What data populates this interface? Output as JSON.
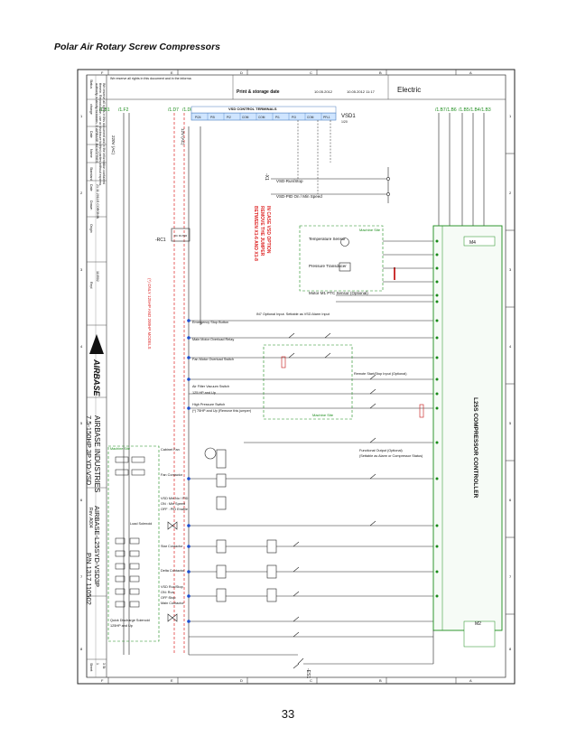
{
  "header": {
    "title": "Polar Air Rotary Screw Compressors"
  },
  "page": {
    "number": "33"
  },
  "title_block": {
    "notice": "We reserve all rights in this document and in the information contained therein. Reproduction, use or disclosure to third parties without express authority is strictly forbidden. © AIRBASE INDUSTRIES",
    "print_label": "Print & storage date",
    "date_1": "10.05.2012",
    "date_2": "10.05.2012  11:17",
    "discipline": "Electric",
    "company": "AIRBASE INDUSTRIES",
    "model": "7.5-150HP 3P YD-VSD",
    "drawing_id": "AIRBASE-L25SYD-VSD3P",
    "pn": "P/N 1317 110502",
    "rev": "Rev. A004",
    "logo": "AIRBASE",
    "date_label": "Date",
    "date_value": "21.11.2011",
    "by_label": "Drawn",
    "by_value": "E.CORONIN",
    "sheet_label": "Sheet",
    "sheet_value": "1",
    "of_value": "3 St",
    "number_value": "110502",
    "origin_label": "Origin",
    "status_label": "Status",
    "change_label": "change",
    "date_col": "Date",
    "name_col": "Name",
    "norm_col": "Standard",
    "ref_label": "Repl"
  },
  "grid": {
    "columns": [
      "F",
      "E",
      "D",
      "C",
      "B",
      "A"
    ],
    "rows": [
      "1",
      "2",
      "3",
      "4",
      "5",
      "6",
      "7",
      "8"
    ]
  },
  "labels": {
    "vsd_terminals": "VSD CONTROL TERMINALS",
    "vsd1": "VSD1",
    "vsd1_sub": "1/20",
    "wire_tags": [
      "P/24",
      "P/5",
      "P/2",
      "COM",
      "COM",
      "P/1",
      "P/3",
      "COM",
      "PFL1"
    ],
    "vsd_run_stop": "VSD-Run/Stop",
    "vsd_pid": "VSD-PID On / Min Speed",
    "in_case": "IN CASE VSD OPTION",
    "remove_jumper": "REMOVE THE JUMPER",
    "between": "BETWEEN X1-6 AND X1-8",
    "machine_site": "Machine Site",
    "temp_sensor": "Temperature Sensor",
    "pressure_transducer": "Pressure Transducer",
    "motor_ptc": "Motor M1 PTC Sensor (Optional)",
    "ptc_note": "IN7 Optional Input. Settable as VSD Alarm Input",
    "emergency_stop": "Emergency Stop Button",
    "motor_overload": "Main Motor Overload Relay",
    "fan_overload": "Fan Motor Overload Switch",
    "remote_start": "Remote Start/Stop Input (Optional)",
    "air_filter": "Air Filter Vacuum Switch",
    "air_filter_sub": "125 HP and Up",
    "high_pressure": "High Pressure Switch",
    "high_pressure_sub": "(*) 75HP and Up (Remove this jumper)",
    "machine_site_2": "Machine Site",
    "controller": "L25S COMPRESSOR CONTROLLER",
    "functional_output": "Functional Output (Optional)",
    "functional_output_sub": "(Settable as Alarm or Compressor Status)",
    "cabinet_fan": "Cabinet Fan",
    "fan_contactor": "Fan Contactor",
    "vsd_min_no": "VSD Min.No / PID",
    "vsd_on": "ON : Min Speed",
    "vsd_off": "OFF : PID Enable",
    "load_solenoid": "Load Solenoid",
    "star_contactor": "Star Contactor",
    "delta_contactor": "Delta Contactor",
    "vsd_run_stop_2": "VSD Run/Stop",
    "vsd_on_run": "ON: Run",
    "vsd_off_stop": "OFF:Stop",
    "main_contactor": "Main Contactor",
    "quick_discharge": "Quick Discharge Solenoid",
    "quick_discharge_sub": "125HP and Up",
    "only_note": "(*) ONLY 125HP AND 200HP MODELS",
    "m2": "M2",
    "m4": "M4",
    "rc1": "-RC1",
    "rc_filter": "RC FILTER",
    "vac_12": "12V (AC)",
    "vac_220": "220V (AC)",
    "es1": "-ES1",
    "x1": "-X1"
  }
}
